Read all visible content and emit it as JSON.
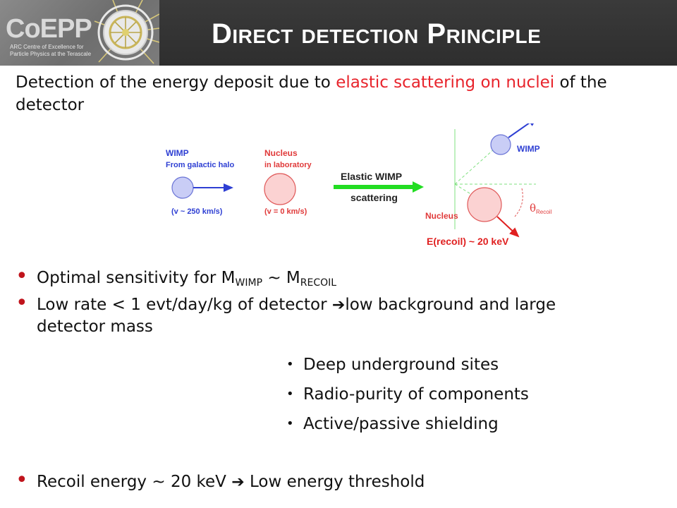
{
  "header": {
    "title": "Direct detection Principle",
    "logo": {
      "word": "CoEPP",
      "line1": "ARC Centre of Excellence for",
      "line2": "Particle Physics at the Terascale"
    }
  },
  "intro": {
    "part1": "Detection of the energy deposit due to ",
    "highlight1": "elastic scattering",
    "space": " ",
    "highlight2": "on nuclei",
    "part2": " of the detector"
  },
  "diagram": {
    "wimp_label": "WIMP",
    "wimp_origin": "From galactic halo",
    "wimp_speed": "(v ~ 250 km/s)",
    "nucleus_label": "Nucleus",
    "nucleus_location": "in laboratory",
    "nucleus_speed": "(v = 0 km/s)",
    "process_line1": "Elastic WIMP",
    "process_line2": "scattering",
    "out_wimp_label": "WIMP",
    "out_nucleus_label": "Nucleus",
    "theta_symbol": "θ",
    "theta_sub": "Recoil",
    "recoil_energy": "E(recoil) ~ 20 keV",
    "colors": {
      "wimp_fill": "#c9cdf6",
      "nucleus_fill": "#fbd2d2",
      "label_blue": "#2e3fd3",
      "label_red": "#e03a3a",
      "arrow_green": "#22dd22",
      "guide_green": "#7fe07f"
    }
  },
  "bullets": [
    {
      "text": "Optimal sensitivity for M",
      "sub1": "WIMP",
      "mid": " ~ M",
      "sub2": "RECOIL"
    },
    {
      "text": "Low rate < 1 evt/day/kg of detector ",
      "arrow": "➔",
      "rest": "low background and large",
      "line2": "detector mass"
    }
  ],
  "sub_bullets": [
    "Deep underground sites",
    "Radio-purity of components",
    "Active/passive shielding"
  ],
  "last_bullet": {
    "text": "Recoil energy ~ 20 keV ",
    "arrow": "➔",
    "rest": " Low energy threshold"
  }
}
